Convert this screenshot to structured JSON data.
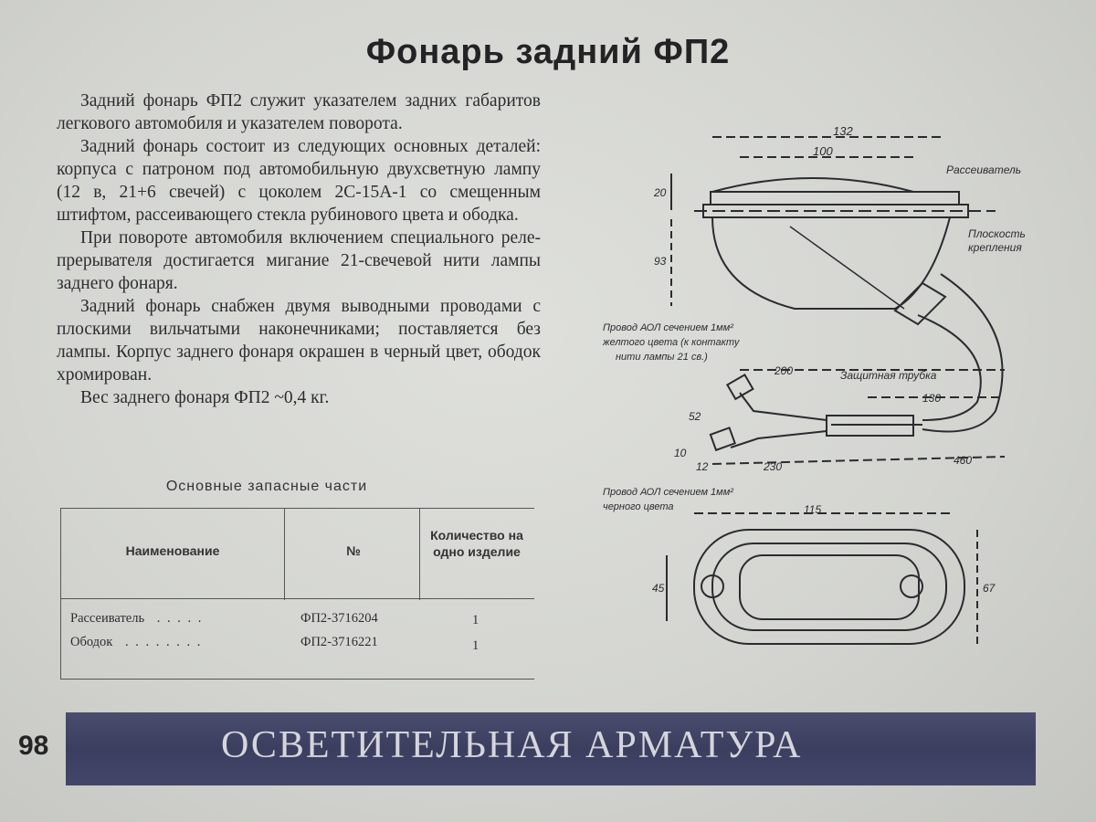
{
  "title": "Фонарь задний ФП2",
  "paragraphs": [
    "Задний фонарь ФП2 служит указателем задних габаритов легкового автомобиля и указателем поворота.",
    "Задний фонарь состоит из следующих основных деталей: корпуса с патроном под автомобильную двухсветную лампу (12 в, 21+6 свечей) с цоколем 2С-15А-1 со смещенным штифтом, рассеивающего стекла рубинового цвета и ободка.",
    "При повороте автомобиля включением специального реле-прерывателя достигается мигание 21-свечевой нити лампы заднего фонаря.",
    "Задний фонарь снабжен двумя выводными проводами с плоскими вильчатыми наконечниками; поставляется без лампы. Корпус заднего фонаря окрашен в черный цвет, ободок хромирован.",
    "Вес заднего фонаря ФП2 ~0,4 кг."
  ],
  "table": {
    "caption": "Основные запасные части",
    "headers": [
      "Наименование",
      "№",
      "Количество на одно изделие"
    ],
    "rows": [
      {
        "name": "Рассеиватель",
        "dots": ". . . . .",
        "number": "ФП2-3716204",
        "qty": "1"
      },
      {
        "name": "Ободок",
        "dots": ". . . . . . . .",
        "number": "ФП2-3716221",
        "qty": "1"
      }
    ]
  },
  "drawing": {
    "dims": {
      "d132": "132",
      "d100": "100",
      "d20": "20",
      "d93": "93",
      "d200": "200",
      "d130": "130",
      "d52": "52",
      "d10": "10",
      "d12": "12",
      "d230": "230",
      "d460": "460",
      "d115": "115",
      "d45": "45",
      "d67": "67"
    },
    "labels": {
      "rasseivatel": "Рассеиватель",
      "ploskost1": "Плоскость",
      "ploskost2": "крепления",
      "zashchit": "Защитная трубка",
      "wire1_l1": "Провод АОЛ сечением 1мм²",
      "wire1_l2": "желтого цвета (к контакту",
      "wire1_l3": "нити лампы 21 св.)",
      "wire2_l1": "Провод АОЛ сечением 1мм²",
      "wire2_l2": "черного цвета"
    }
  },
  "footer": {
    "page_number": "98",
    "section_title": "ОСВЕТИТЕЛЬНАЯ АРМАТУРА"
  }
}
